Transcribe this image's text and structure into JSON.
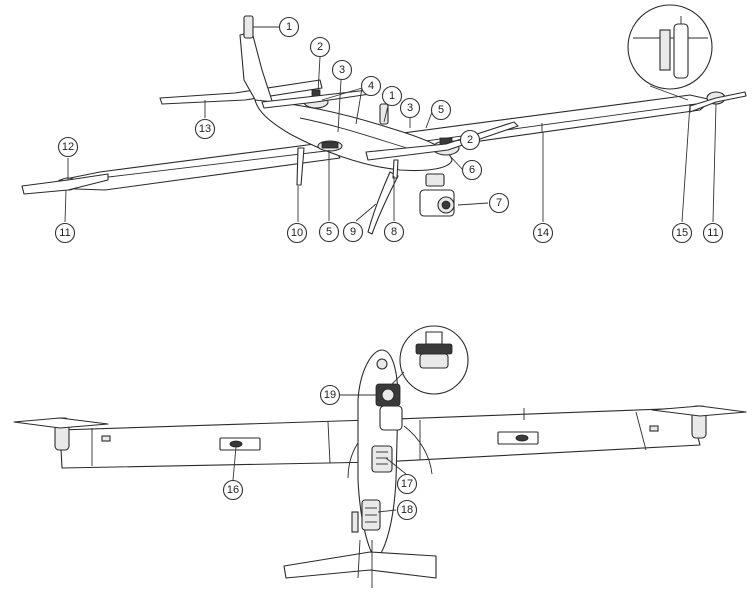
{
  "callouts": {
    "c1a": "1",
    "c1b": "1",
    "c2a": "2",
    "c2b": "2",
    "c3a": "3",
    "c3b": "3",
    "c4": "4",
    "c5a": "5",
    "c5b": "5",
    "c6": "6",
    "c7": "7",
    "c8": "8",
    "c9": "9",
    "c10": "10",
    "c11a": "11",
    "c11b": "11",
    "c12": "12",
    "c13": "13",
    "c14": "14",
    "c15": "15",
    "c16": "16",
    "c17": "17",
    "c18": "18",
    "c19": "19"
  }
}
